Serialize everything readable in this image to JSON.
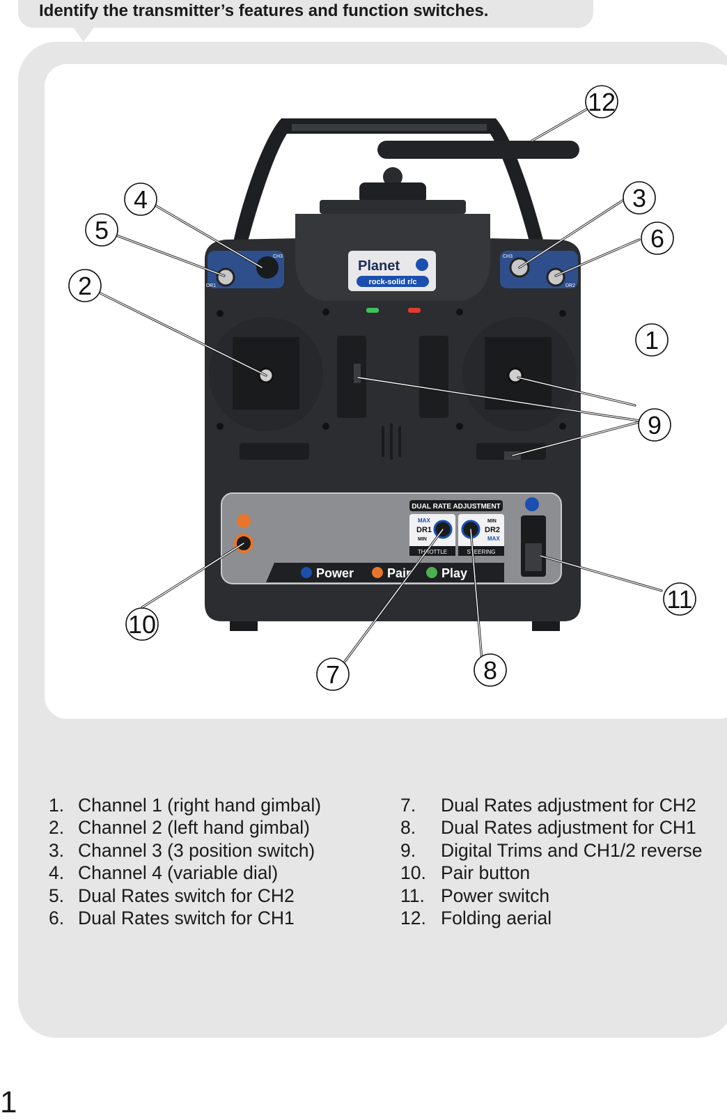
{
  "header": {
    "title": "Identify the transmitter’s features and function switches."
  },
  "photo": {
    "brand_logo": "Planet",
    "brand_tagline": "rock-solid r/c",
    "panel_heading": "DUAL RATE ADJUSTMENT",
    "dr1": {
      "label": "DR1",
      "max": "MAX",
      "min": "MIN",
      "name": "THROTTLE"
    },
    "dr2": {
      "label": "DR2",
      "max": "MAX",
      "min": "MIN",
      "name": "STEERING"
    },
    "bottom_strip": {
      "power": "Power",
      "pair": "Pair",
      "play": "Play"
    },
    "switch_labels": {
      "ch3": "CH3",
      "dr1": "DR1",
      "dr2": "DR2"
    },
    "callouts": [
      "1",
      "2",
      "3",
      "4",
      "5",
      "6",
      "7",
      "8",
      "9",
      "10",
      "11",
      "12"
    ]
  },
  "legend_left": [
    {
      "num": "1.",
      "text": "Channel 1  (right hand gimbal)"
    },
    {
      "num": "2.",
      "text": "Channel 2  (left hand gimbal)"
    },
    {
      "num": "3.",
      "text": "Channel 3  (3 position switch)"
    },
    {
      "num": "4.",
      "text": "Channel 4  (variable dial)"
    },
    {
      "num": "5.",
      "text": "Dual Rates switch for CH2"
    },
    {
      "num": "6.",
      "text": "Dual Rates switch for CH1"
    }
  ],
  "legend_right": [
    {
      "num": "7.",
      "text": "Dual Rates adjustment for CH2"
    },
    {
      "num": "8.",
      "text": "Dual Rates adjustment for CH1"
    },
    {
      "num": "9.",
      "text": "Digital Trims and CH1/2 reverse"
    },
    {
      "num": "10.",
      "text": "Pair button"
    },
    {
      "num": "11.",
      "text": "Power switch"
    },
    {
      "num": "12.",
      "text": "Folding aerial"
    }
  ],
  "page_number": "1",
  "colors": {
    "panel_grey": "#e6e6e6",
    "transmitter_body": "#2b2d30",
    "accent_blue": "#1a4fb0",
    "pair_orange": "#e8752b",
    "play_green": "#4caf50"
  }
}
